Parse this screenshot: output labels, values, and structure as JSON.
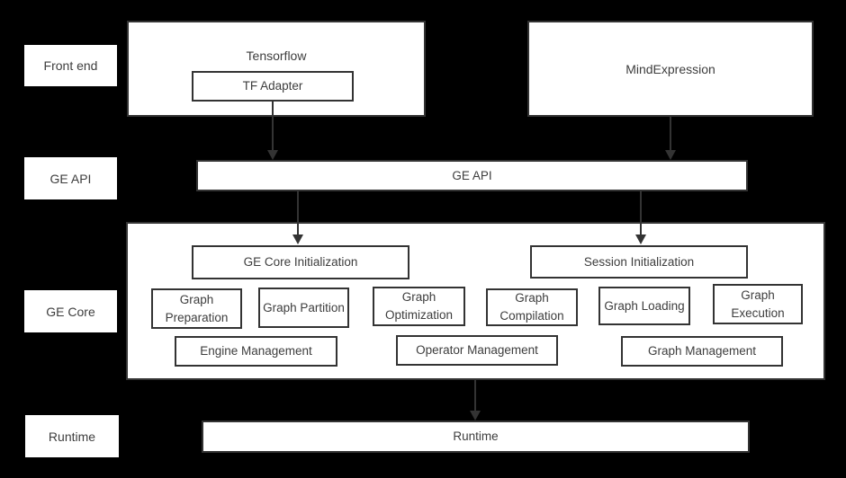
{
  "colors": {
    "background": "#000000",
    "box_fill": "#ffffff",
    "border": "#333333",
    "text": "#3d3d3d",
    "arrow": "#333333"
  },
  "side_labels": {
    "front_end": "Front end",
    "ge_api": "GE API",
    "ge_core": "GE Core",
    "runtime": "Runtime"
  },
  "front_end": {
    "tensorflow_title": "Tensorflow",
    "tf_adapter_label": "TF Adapter",
    "mindexpression_title": "MindExpression"
  },
  "ge_api": {
    "bar_label": "GE API"
  },
  "ge_core": {
    "init_boxes": [
      {
        "label": "GE Core Initialization"
      },
      {
        "label": "Session Initialization"
      }
    ],
    "stage_boxes": [
      {
        "label": "Graph Preparation"
      },
      {
        "label": "Graph Partition"
      },
      {
        "label": "Graph Optimization"
      },
      {
        "label": "Graph Compilation"
      },
      {
        "label": "Graph Loading"
      },
      {
        "label": "Graph Execution"
      }
    ],
    "management_boxes": [
      {
        "label": "Engine Management"
      },
      {
        "label": "Operator Management"
      },
      {
        "label": "Graph Management"
      }
    ]
  },
  "runtime": {
    "bar_label": "Runtime"
  }
}
